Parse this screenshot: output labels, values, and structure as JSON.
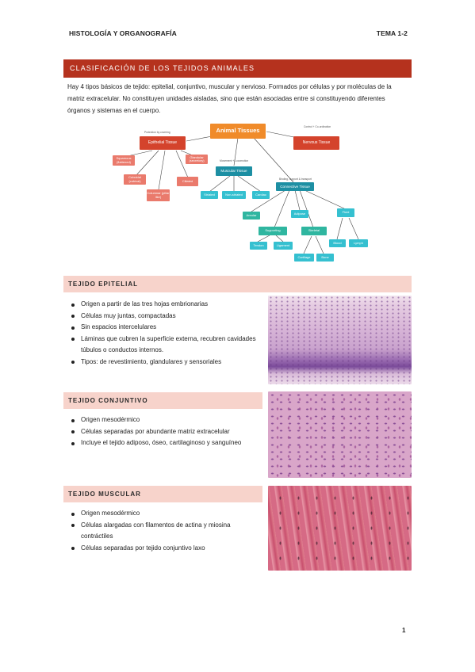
{
  "header": {
    "left": "HISTOLOGÍA Y ORGANOGRAFÍA",
    "right": "TEMA 1-2"
  },
  "main_title": "CLASIFICACIÓN DE LOS TEJIDOS ANIMALES",
  "intro": "Hay 4 tipos básicos de tejido: epitelial, conjuntivo, muscular y nervioso. Formados por células y por moléculas de la matriz extracelular. No constituyen unidades aisladas, sino que están asociadas entre si constituyendo diferentes órganos y sistemas en el cuerpo.",
  "diagram": {
    "root": "Animal Tissues",
    "cap_protection": "Protection by covering",
    "cap_control": "Control + Co-ordination",
    "cap_movement": "Movement + Locomotion",
    "cap_binding": "Binding, support & transport",
    "epithelial": "Epithelial Tissue",
    "nervous": "Nervous Tissue",
    "muscular": "Muscular Tissue",
    "connective": "Connective Tissue",
    "squamous": "Squamous (flattened)",
    "glandular": "Glandular (secretory)",
    "cuboidal": "Cuboidal (cubical)",
    "ciliated": "Ciliated",
    "columnar": "Columnar (pillar like)",
    "striated": "Striated",
    "non_striated": "Non-striated",
    "cardiac": "Cardiac",
    "areolar": "Areolar",
    "adipose": "Adipose",
    "fluid": "Fluid",
    "supporting": "Supporting",
    "skeletal": "Skeletal",
    "tendon": "Tendon",
    "ligament": "Ligament",
    "cartilage": "Cartilage",
    "bone": "Bone",
    "blood": "Blood",
    "lymph": "Lymph"
  },
  "sections": [
    {
      "title": "TEJIDO EPITELIAL",
      "bullets": [
        "Origen a partir de las tres hojas embrionarias",
        "Células muy juntas, compactadas",
        "Sin espacios intercelulares",
        "Láminas que cubren la superficie externa, recubren cavidades túbulos o conductos internos.",
        "Tipos: de revestimiento, glandulares y sensoriales"
      ]
    },
    {
      "title": "TEJIDO CONJUNTIVO",
      "bullets": [
        "Origen mesodérmico",
        "Células separadas por abundante matriz extracelular",
        "Incluye el tejido adiposo, óseo, cartilaginoso y sanguíneo"
      ]
    },
    {
      "title": "TEJIDO MUSCULAR",
      "bullets": [
        "Origen mesodérmico",
        "Células alargadas con filamentos de actina y miosina contráctiles",
        "Células separadas por tejido conjuntivo laxo"
      ]
    }
  ],
  "page_number": "1",
  "colors": {
    "title_bar": "#b5321e",
    "section_bar": "#f7d3cb"
  }
}
